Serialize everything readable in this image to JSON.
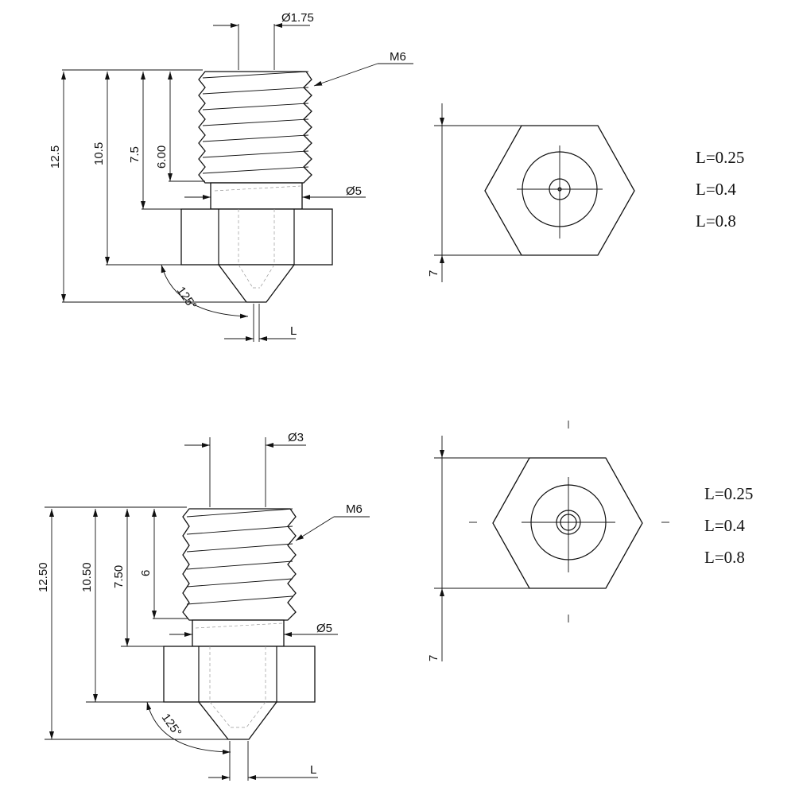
{
  "top_drawing": {
    "filament_dia": "Ø1.75",
    "thread": "M6",
    "neck_dia": "Ø5",
    "height_total": "12.5",
    "height_hex_bottom": "10.5",
    "height_hex_top": "7.5",
    "height_thread": "6.00",
    "angle": "125°",
    "hole_length": "L",
    "hex_size": "7",
    "l_options": [
      "L=0.25",
      "L=0.4",
      "L=0.8"
    ]
  },
  "bottom_drawing": {
    "filament_dia": "Ø3",
    "thread": "M6",
    "neck_dia": "Ø5",
    "height_total": "12.50",
    "height_hex_bottom": "10.50",
    "height_hex_top": "7.50",
    "height_thread": "6",
    "angle": "125°",
    "hole_length": "L",
    "hex_size": "7",
    "l_options": [
      "L=0.25",
      "L=0.4",
      "L=0.8"
    ]
  }
}
